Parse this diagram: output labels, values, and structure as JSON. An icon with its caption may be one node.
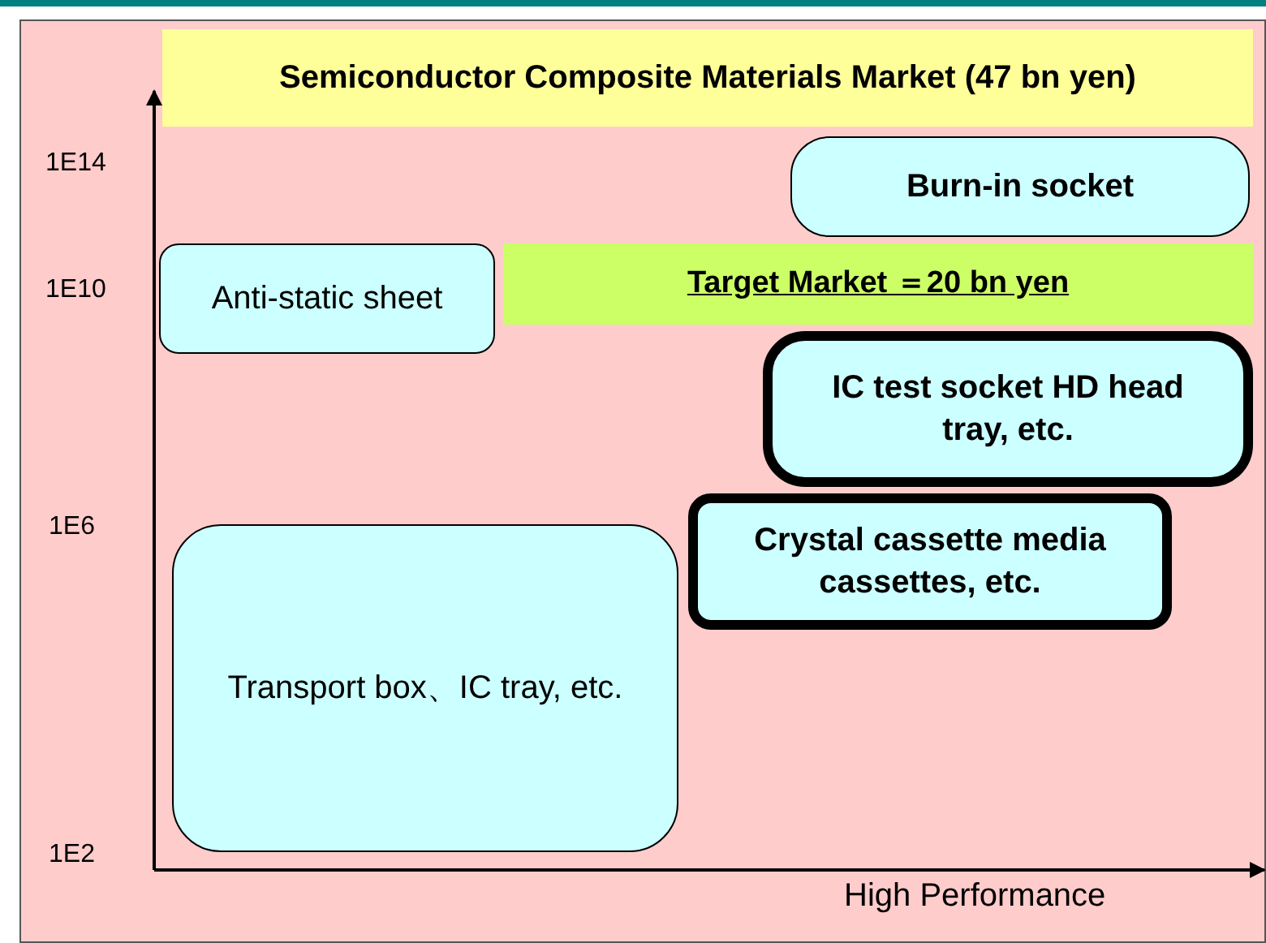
{
  "diagram": {
    "nodes": [
      {
        "text": [
          "Semiconductor Composite Materials Market (47 bn yen)"
        ]
      },
      {
        "text": [
          "Burn-in socket"
        ]
      },
      {
        "text": [
          "Target Market ＝20 bn yen"
        ]
      },
      {
        "text": [
          "Anti-static sheet"
        ]
      },
      {
        "text": [
          "IC test socket HD head tray, etc."
        ]
      },
      {
        "text": [
          "Crystal cassette media cassettes, etc."
        ]
      },
      {
        "text": [
          "Transport box、IC tray, etc."
        ]
      }
    ],
    "edges": [],
    "labels": [
      "1E14",
      "1E10",
      "1E6",
      "1E2",
      "High Performance"
    ]
  }
}
